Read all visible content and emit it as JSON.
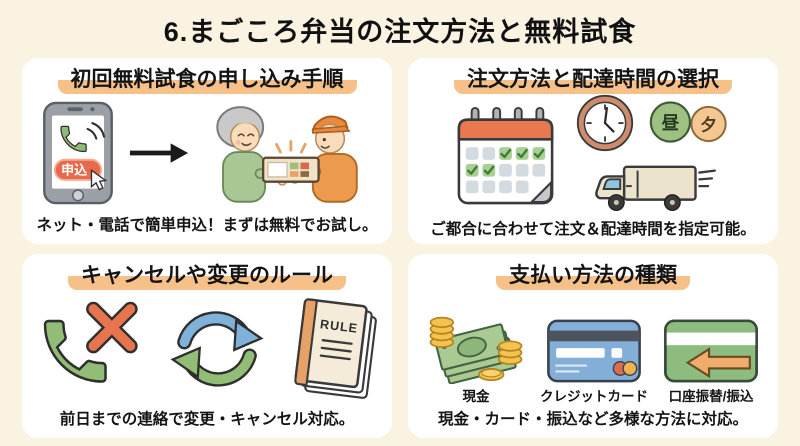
{
  "page": {
    "title": "6.まごころ弁当の注文方法と無料試食",
    "colors": {
      "background": "#faf3e1",
      "panel": "#ffffff",
      "highlight": "#f5c189",
      "accent_orange": "#e8784f",
      "accent_green": "#8fbc75",
      "accent_blue": "#7fb2d8",
      "coin_gold": "#f3c24f"
    }
  },
  "panels": {
    "apply": {
      "title": "初回無料試食の申し込み手順",
      "caption": "ネット・電話で簡単申込！まずは無料でお試し。",
      "phone_button_label": "申込",
      "icons": [
        "smartphone-icon",
        "phone-call-icon",
        "cursor-icon",
        "arrow-right-icon",
        "bento-handoff-illustration"
      ]
    },
    "order": {
      "title": "注文方法と配達時間の選択",
      "caption": "ご都合に合わせて注文＆配達時間を指定可能。",
      "badge_noon": "昼",
      "badge_evening": "夕",
      "icons": [
        "calendar-icon",
        "clock-icon",
        "noon-badge",
        "evening-badge",
        "delivery-truck-icon"
      ]
    },
    "cancel": {
      "title": "キャンセルや変更のルール",
      "caption": "前日までの連絡で変更・キャンセル対応。",
      "book_label": "RULE",
      "icons": [
        "phone-cancel-icon",
        "refresh-arrows-icon",
        "rule-book-icon"
      ]
    },
    "payment": {
      "title": "支払い方法の種類",
      "caption": "現金・カード・振込など多様な方法に対応。",
      "methods": [
        {
          "label": "現金",
          "icon": "cash-icon"
        },
        {
          "label": "クレジットカード",
          "icon": "credit-card-icon"
        },
        {
          "label": "口座振替/振込",
          "icon": "bank-transfer-icon"
        }
      ]
    }
  }
}
